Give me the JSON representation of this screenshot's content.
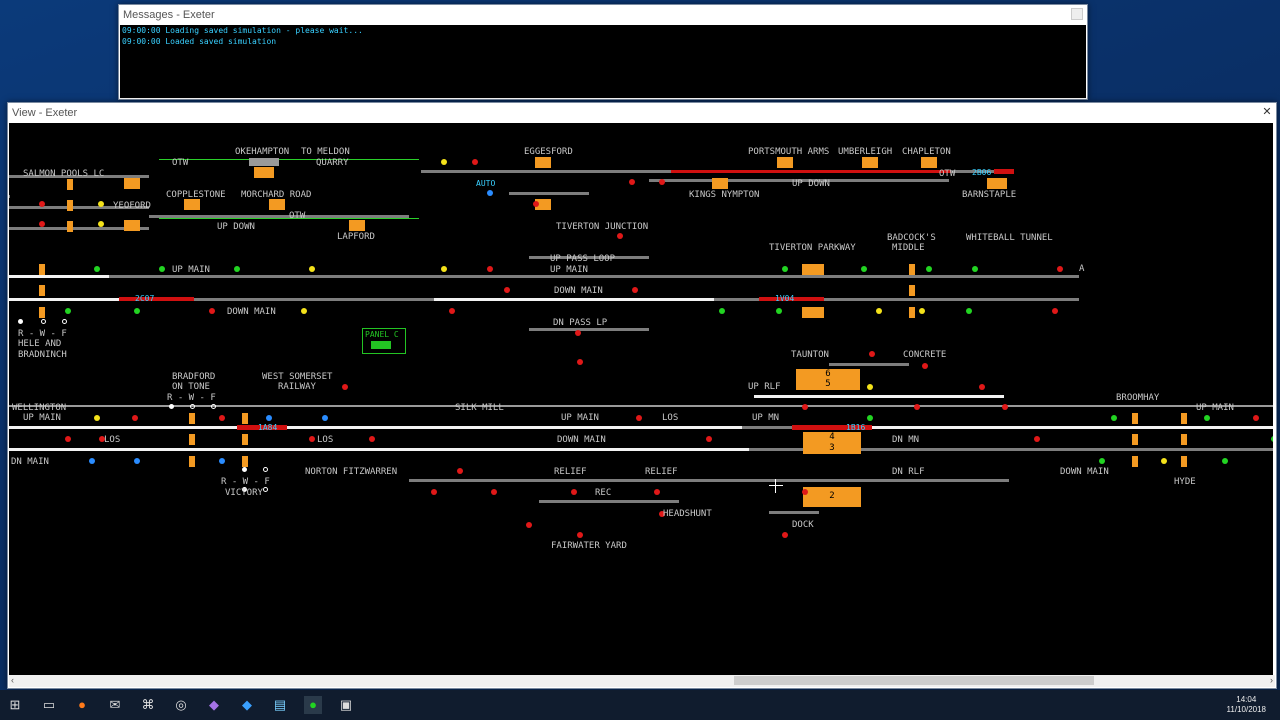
{
  "messages_window": {
    "title": "Messages - Exeter",
    "lines": [
      "09:00:00 Loading saved simulation - please wait...",
      "09:00:00 Loaded saved simulation"
    ]
  },
  "view_window": {
    "title": "View - Exeter",
    "close_label": "✕"
  },
  "locations": {
    "salmon_pools": "SALMON POOLS LC",
    "okehampton": "OKEHAMPTON",
    "to_meldon": "TO MELDON",
    "quarry": "QUARRY",
    "otw1": "OTW",
    "otw2": "OTW",
    "otw3": "OTW",
    "copplestone": "COPPLESTONE",
    "morchard": "MORCHARD ROAD",
    "yeoford": "YEOFORD",
    "lapford": "LAPFORD",
    "up_down_1": "UP DOWN",
    "eggesford": "EGGESFORD",
    "auto": "AUTO",
    "portsmouth_arms": "PORTSMOUTH ARMS",
    "umberleigh": "UMBERLEIGH",
    "chapleton": "CHAPLETON",
    "kings_nympton": "KINGS NYMPTON",
    "up_down_2": "UP DOWN",
    "barnstaple": "BARNSTAPLE",
    "tiverton_junction": "TIVERTON JUNCTION",
    "tiverton_parkway": "TIVERTON PARKWAY",
    "badcocks": "BADCOCK'S",
    "middle": "MIDDLE",
    "whiteball": "WHITEBALL TUNNEL",
    "up_pass_loop": "UP PASS LOOP",
    "up_main_a": "UP MAIN",
    "up_main_b": "UP MAIN",
    "down_main_a": "DOWN MAIN",
    "down_main_b": "DOWN MAIN",
    "dn_pass_lp": "DN PASS LP",
    "hele": "HELE AND",
    "bradninch": "BRADNINCH",
    "rwf1": "R - W - F",
    "rwf2": "R - W - F",
    "rwf3": "R - W - F",
    "bradford": "BRADFORD",
    "on_tone": "ON TONE",
    "west_somerset": "WEST SOMERSET",
    "railway": "RAILWAY",
    "silk_mill": "SILK MILL",
    "wellington": "WELLINGTON",
    "up_main_c": "UP MAIN",
    "up_main_d": "UP MAIN",
    "up_main_e": "UP MAIN",
    "los1": "LOS",
    "los2": "LOS",
    "los3": "LOS",
    "down_main_c": "DOWN MAIN",
    "down_main_d": "DOWN MAIN",
    "dn_main_left": "DN MAIN",
    "norton": "NORTON FITZWARREN",
    "victory": "VICTORY",
    "relief1": "RELIEF",
    "relief2": "RELIEF",
    "rec": "REC",
    "headshunt": "HEADSHUNT",
    "fairwater": "FAIRWATER YARD",
    "taunton": "TAUNTON",
    "concrete": "CONCRETE",
    "up_rlf": "UP RLF",
    "up_mn": "UP MN",
    "dn_mn": "DN MN",
    "dn_rlf": "DN RLF",
    "dock": "DOCK",
    "broomhay": "BROOMHAY",
    "hyde": "HYDE",
    "a_letter": "A"
  },
  "headcodes": [
    "2B06",
    "2C07",
    "1V04",
    "1A84",
    "1B16"
  ],
  "platforms": {
    "p6": "6",
    "p5": "5",
    "p4": "4",
    "p3": "3",
    "p2": "2"
  },
  "panel": {
    "label": "PANEL C"
  },
  "taskbar": {
    "time": "14:04",
    "date": "11/10/2018",
    "icons": [
      "windows-start",
      "file-explorer",
      "firefox",
      "mail",
      "network",
      "vpn",
      "visual-studio",
      "vscode",
      "notepad",
      "simsig",
      "remote-desktop"
    ]
  },
  "colors": {
    "accent_cyan": "#39d0ff",
    "track_grey": "#7d7d7d",
    "track_white": "#f2f2f2",
    "occupied_red": "#d01010",
    "platform_orange": "#f39a22",
    "signal_green": "#22d422"
  }
}
